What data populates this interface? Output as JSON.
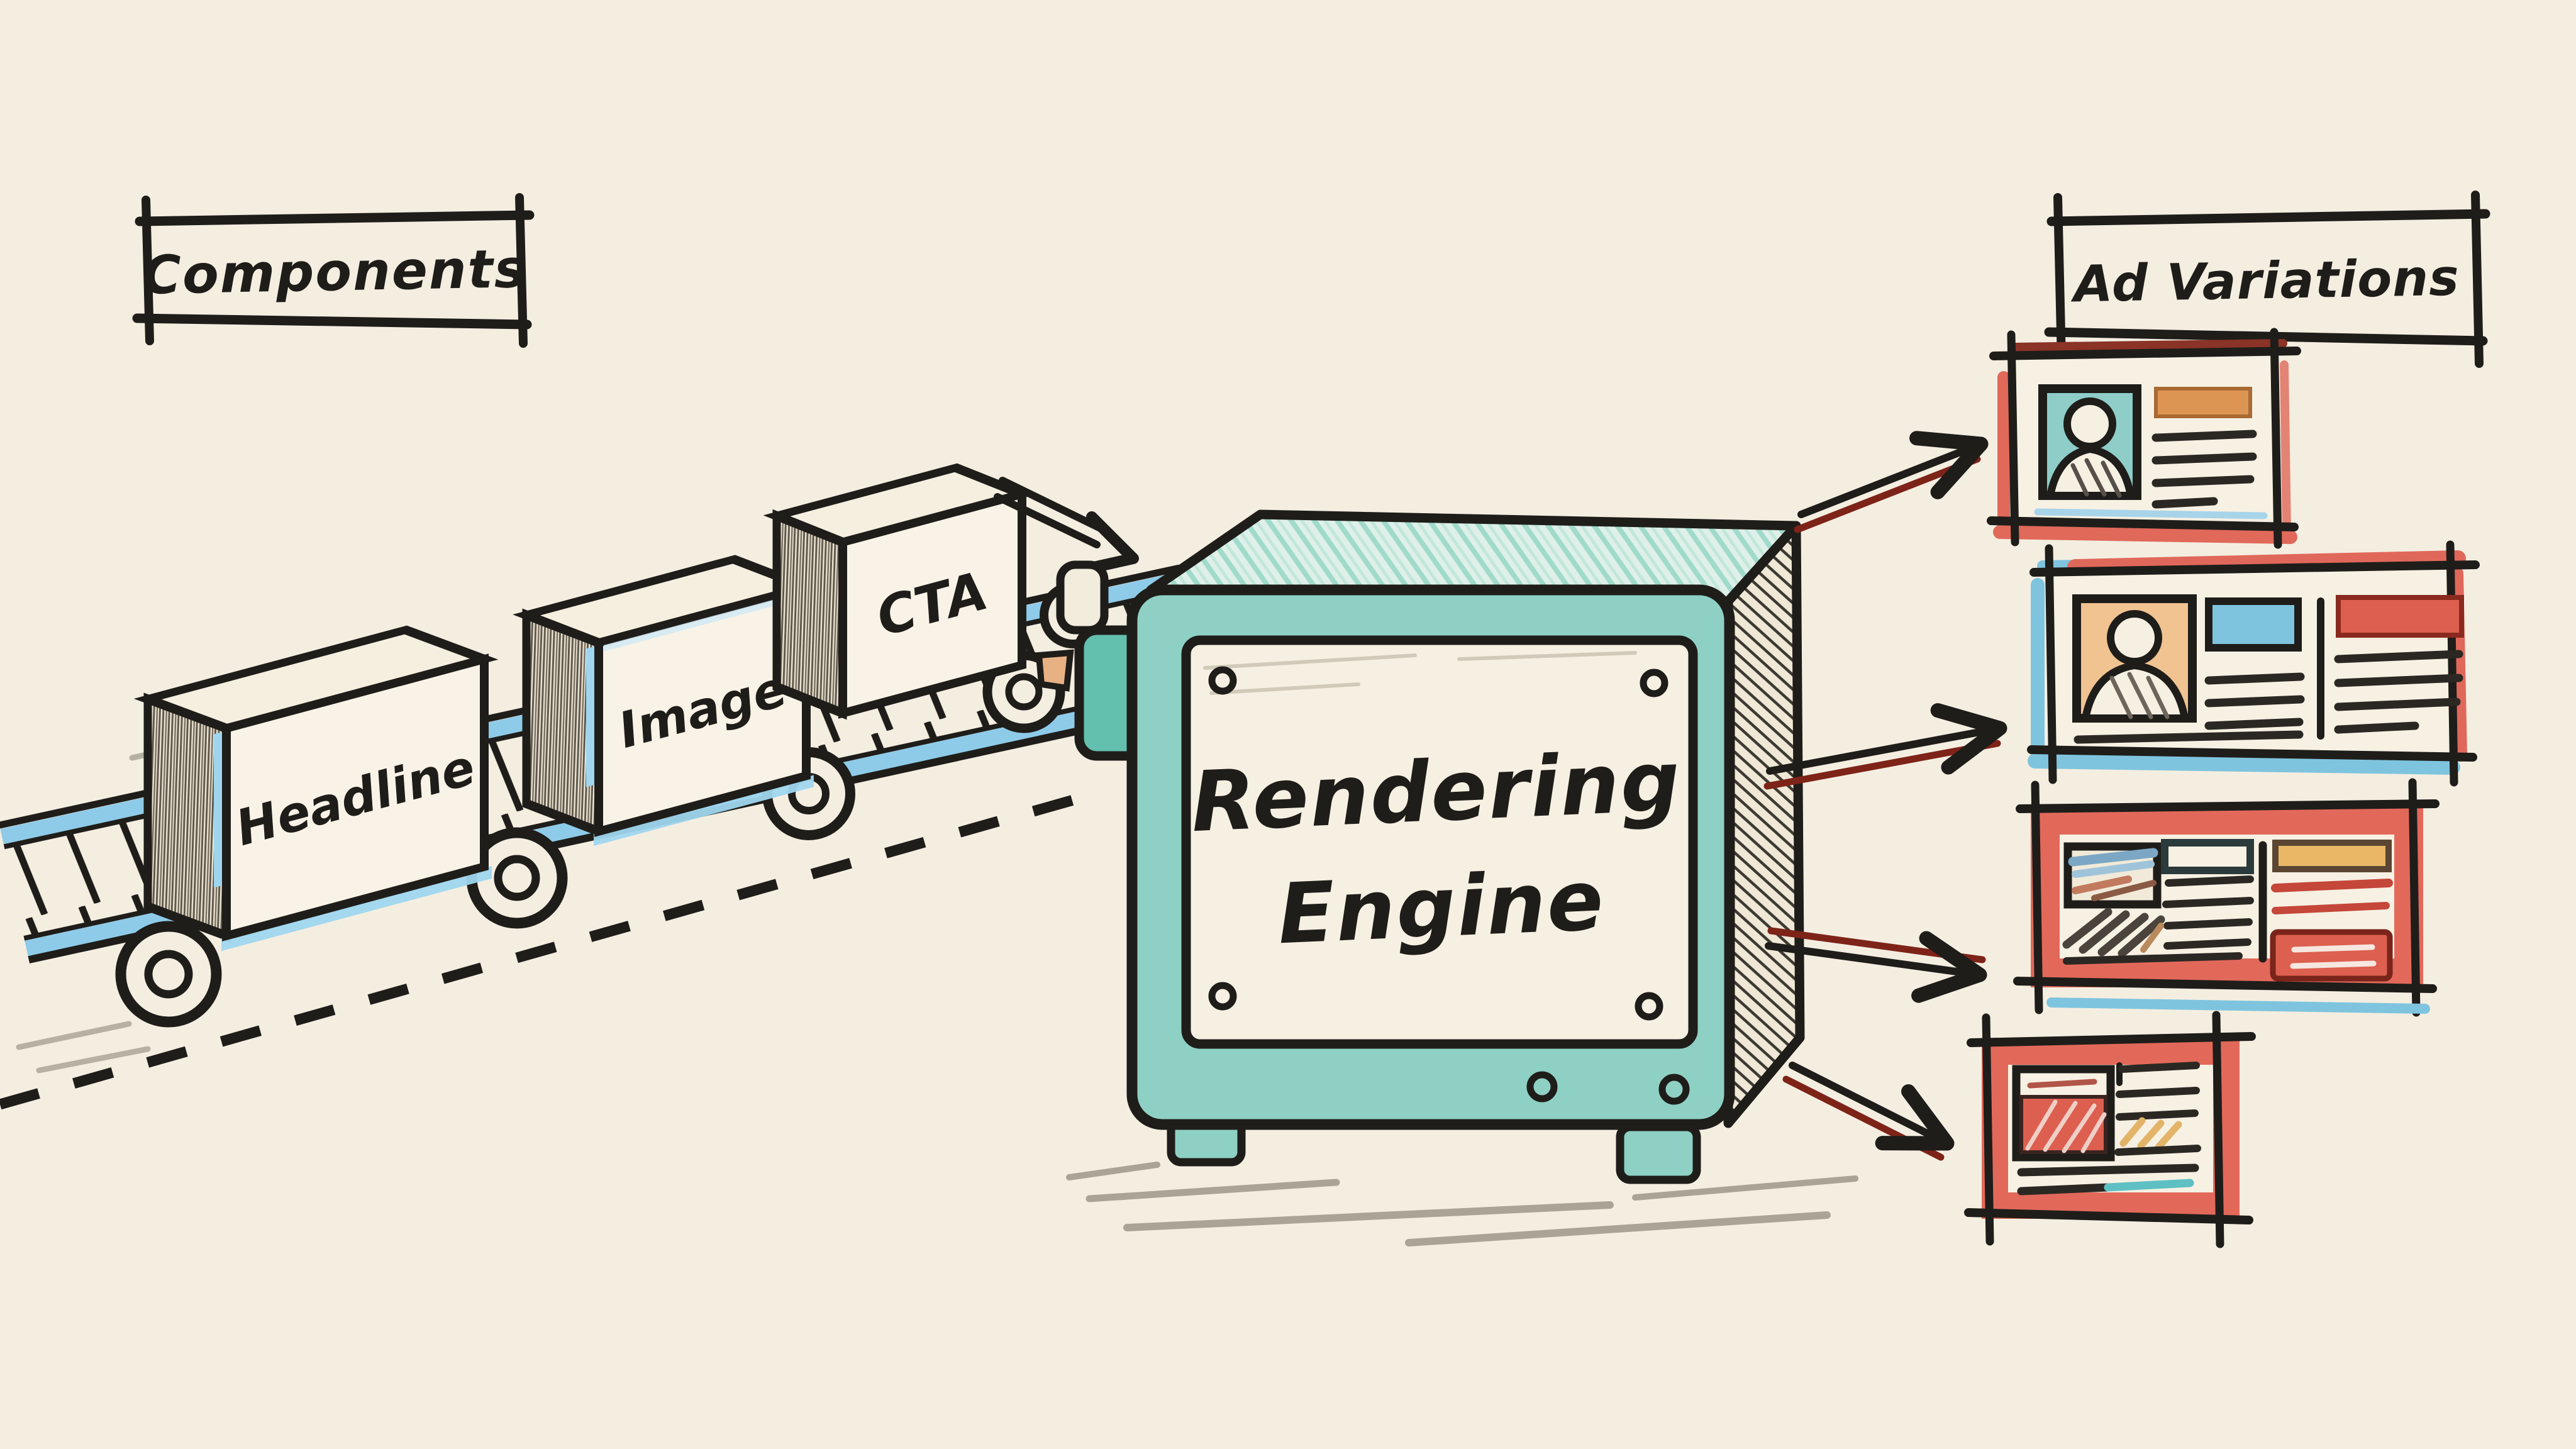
{
  "title_labels": {
    "components": "Components",
    "ad_variations": "Ad Variations"
  },
  "conveyor_components": [
    {
      "label": "Headline"
    },
    {
      "label": "Image"
    },
    {
      "label": "CTA"
    }
  ],
  "engine": {
    "line1": "Rendering",
    "line2": "Engine"
  },
  "colors": {
    "background": "#f4eee1",
    "ink": "#1f1d1a",
    "engine_teal": "#8ed1c4",
    "engine_teal_light": "#def0e9",
    "intake_teal": "#63bfae",
    "belt_blue": "#8ecbe8",
    "accent_blue_light": "#9fd6ee",
    "card_salmon": "#e0695a",
    "card_red": "#dd5f4f",
    "card_dark_red": "#7e2318",
    "card_orange": "#dd9553",
    "card_tan": "#e9b766",
    "portrait_teal": "#8fcdc9",
    "portrait_orange": "#f0c391",
    "sky_blue": "#7fc4de"
  }
}
